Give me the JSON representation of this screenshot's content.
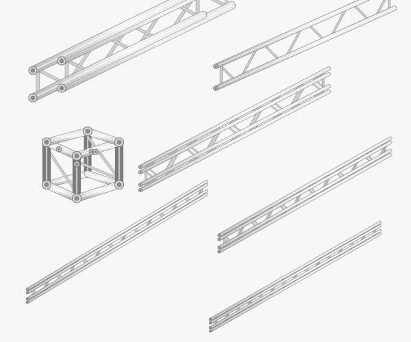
{
  "scene": {
    "background": "#f7f7f7",
    "metal_light": "#e8e8e8",
    "metal_mid": "#b9b9b9",
    "metal_dark": "#7a7a7a",
    "items": [
      {
        "name": "truss-segment-large",
        "icon": "box-truss-icon"
      },
      {
        "name": "truss-segment-medium-top",
        "icon": "box-truss-icon"
      },
      {
        "name": "truss-corner-cube",
        "icon": "truss-corner-block-icon"
      },
      {
        "name": "truss-segment-medium-center",
        "icon": "box-truss-icon"
      },
      {
        "name": "truss-segment-long-right",
        "icon": "box-truss-icon"
      },
      {
        "name": "truss-segment-long-left",
        "icon": "box-truss-icon"
      },
      {
        "name": "truss-segment-long-bottom",
        "icon": "box-truss-icon"
      }
    ]
  }
}
